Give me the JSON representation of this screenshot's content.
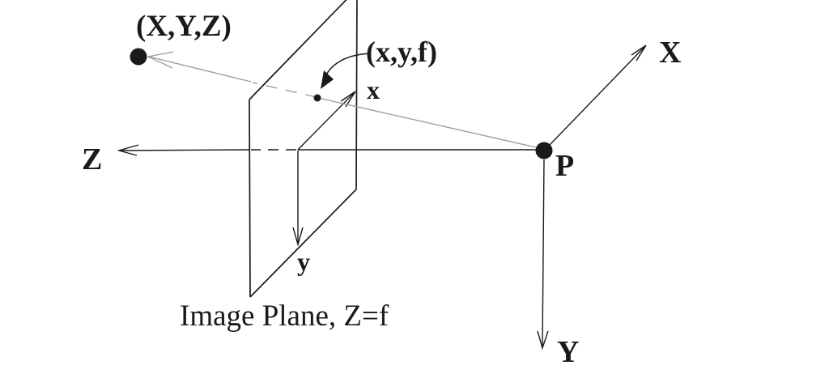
{
  "diagram": {
    "type": "pinhole-camera-perspective-projection",
    "caption": "Image Plane, Z=f",
    "labels": {
      "world_point": "(X,Y,Z)",
      "image_point": "(x,y,f)",
      "camera_axis_x": "X",
      "camera_axis_y": "Y",
      "camera_axis_z": "Z",
      "projection_center": "P",
      "image_axis_x": "x",
      "image_axis_y": "y"
    },
    "colors": {
      "ink": "#1a1a1a",
      "ray": "#9e9e9e",
      "background": "#ffffff"
    }
  }
}
